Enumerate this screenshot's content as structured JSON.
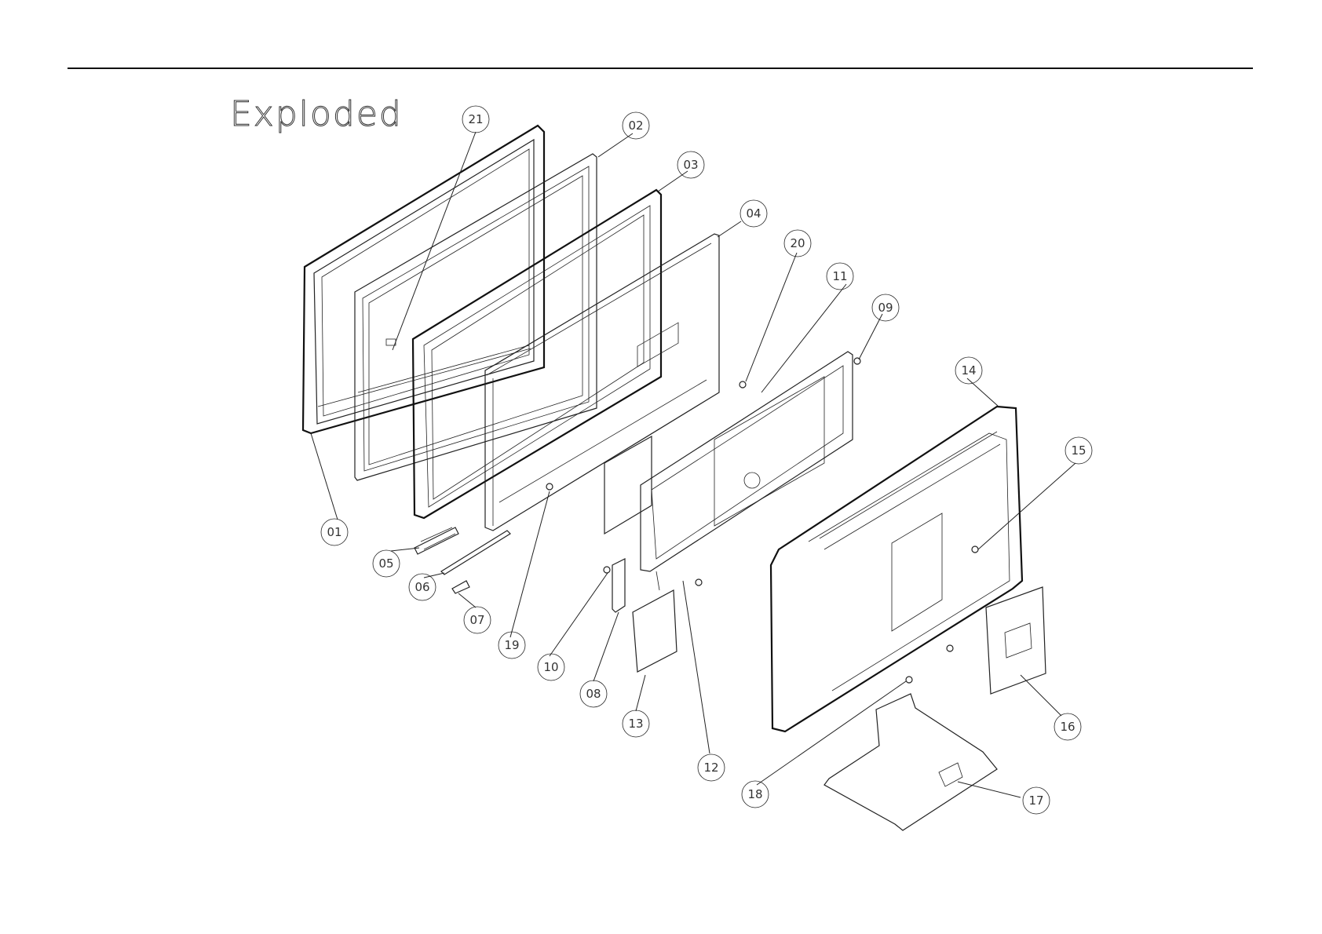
{
  "title": "Exploded",
  "callouts": [
    {
      "id": "01",
      "label": "01"
    },
    {
      "id": "02",
      "label": "02"
    },
    {
      "id": "03",
      "label": "03"
    },
    {
      "id": "04",
      "label": "04"
    },
    {
      "id": "05",
      "label": "05"
    },
    {
      "id": "06",
      "label": "06"
    },
    {
      "id": "07",
      "label": "07"
    },
    {
      "id": "08",
      "label": "08"
    },
    {
      "id": "09",
      "label": "09"
    },
    {
      "id": "10",
      "label": "10"
    },
    {
      "id": "11",
      "label": "11"
    },
    {
      "id": "12",
      "label": "12"
    },
    {
      "id": "13",
      "label": "13"
    },
    {
      "id": "14",
      "label": "14"
    },
    {
      "id": "15",
      "label": "15"
    },
    {
      "id": "16",
      "label": "16"
    },
    {
      "id": "17",
      "label": "17"
    },
    {
      "id": "18",
      "label": "18"
    },
    {
      "id": "19",
      "label": "19"
    },
    {
      "id": "20",
      "label": "20"
    },
    {
      "id": "21",
      "label": "21"
    }
  ]
}
